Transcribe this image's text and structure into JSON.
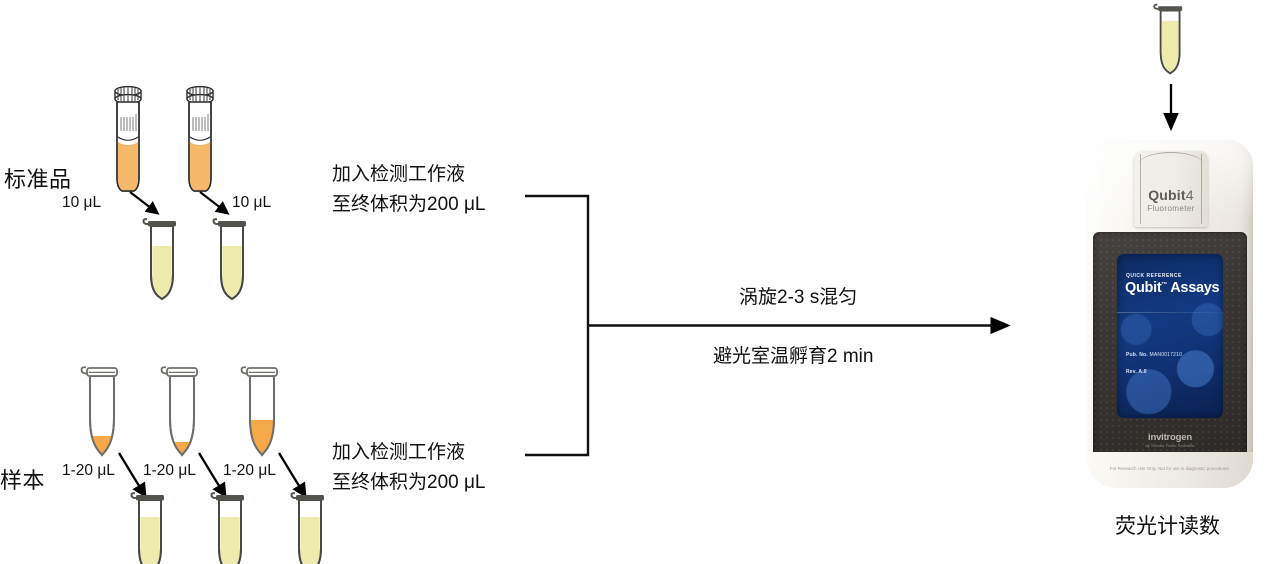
{
  "diagram": {
    "title_hidden": "",
    "row_labels": {
      "standards": "标准品",
      "samples": "样本"
    },
    "standards": {
      "volumes": [
        "10 μL",
        "10 μL"
      ],
      "tube_count": 2,
      "stock_fill_color": "#f5b868",
      "assay_fill_color": "#ecebab"
    },
    "samples": {
      "volumes": [
        "1-20 μL",
        "1-20 μL",
        "1-20 μL"
      ],
      "tube_count": 3,
      "sample_fill_color": "#f5a94a",
      "assay_fill_color": "#ecebab"
    },
    "steps": {
      "standards_step": {
        "line1": "加入检测工作液",
        "line2": "至终体积为200 μL"
      },
      "samples_step": {
        "line1": "加入检测工作液",
        "line2": "至终体积为200 μL"
      }
    },
    "main_arrow": {
      "label_above": "涡旋2-3 s混匀",
      "label_below": "避光室温孵育2 min"
    },
    "readout_label": "荧光计读数"
  },
  "device": {
    "brand_name": "Qubit",
    "model_number": "4",
    "model_subtitle": "Fluorometer",
    "screen": {
      "quick_reference": "QUICK REFERENCE",
      "title": "Qubit",
      "title_tm": "™",
      "title_suffix": " Assays",
      "pub_label": "Pub. No.",
      "pub_number": "MAN0017210",
      "revision": "Rev. A.0"
    },
    "footer_brand": "invitrogen",
    "footer_brand_sub": "by Thermo Fisher Scientific",
    "fine_print": "For Research Use Only. Not for use in diagnostic procedures."
  }
}
